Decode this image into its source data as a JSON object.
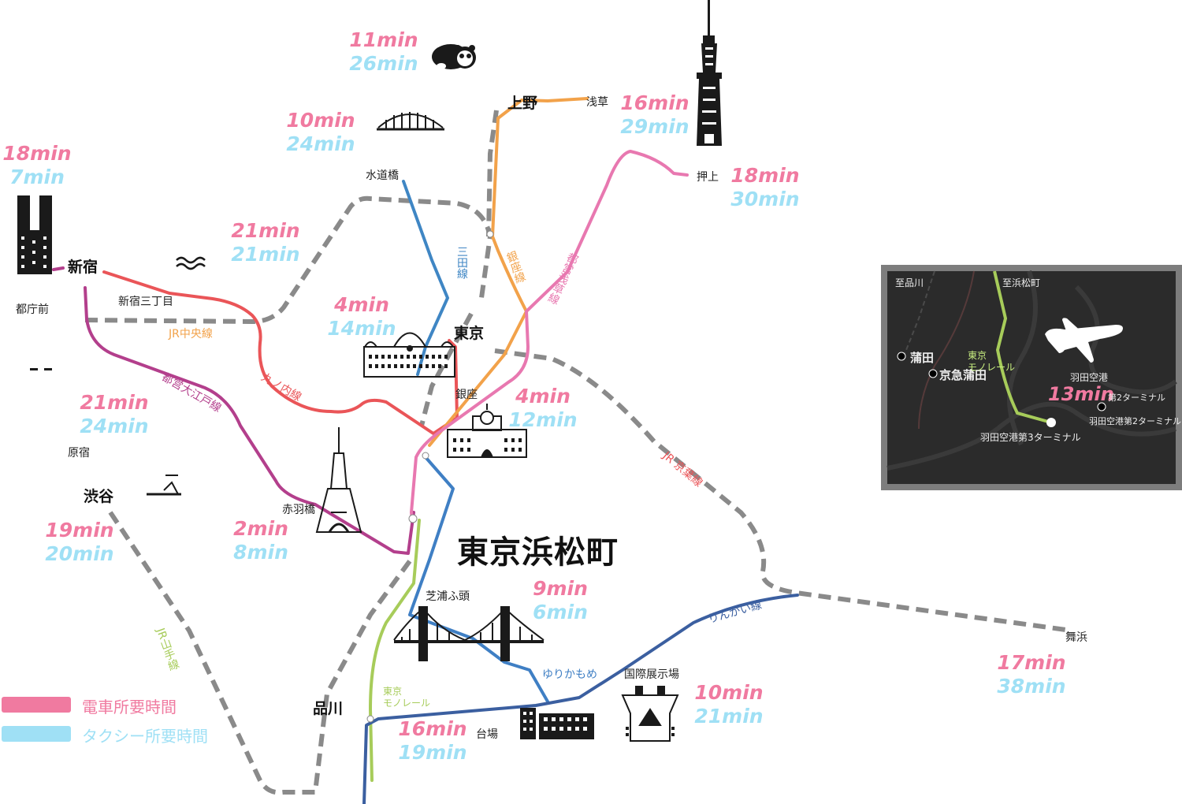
{
  "title": "東京浜松町",
  "legend": {
    "train_label": "電車所要時間",
    "taxi_label": "タクシー所要時間",
    "train_color": "#f07aa0",
    "taxi_color": "#9fe0f5"
  },
  "stations_major": {
    "shinjuku": "新宿",
    "shibuya": "渋谷",
    "ueno": "上野",
    "tokyo": "東京",
    "shinagawa": "品川"
  },
  "stations_minor": {
    "tochomae": "都庁前",
    "shinjuku_sanchome": "新宿三丁目",
    "harajuku": "原宿",
    "suidobashi": "水道橋",
    "asakusa": "浅草",
    "oshiage": "押上",
    "ginza": "銀座",
    "akabanebashi": "赤羽橋",
    "shibaura": "芝浦ふ頭",
    "kokusai": "国際展示場",
    "daiba": "台場",
    "maihama": "舞浜"
  },
  "lines": {
    "jr_chuo": "JR中央線",
    "marunouchi": "丸ノ内線",
    "oedo": "都営大江戸線",
    "mita": "三田線",
    "ginza": "銀座線",
    "asakusa": "都営浅草線",
    "keiyo": "JR 京葉線",
    "yamanote": "JR山手線",
    "monorail": "東京\nモノレール",
    "yurikamome": "ゆりかもめ",
    "rinkai": "りんかい線"
  },
  "times": {
    "zoo": {
      "train": "11min",
      "taxi": "26min"
    },
    "suidobashi": {
      "train": "10min",
      "taxi": "24min"
    },
    "asakusa": {
      "train": "16min",
      "taxi": "29min"
    },
    "oshiage": {
      "train": "18min",
      "taxi": "30min"
    },
    "shinjuku": {
      "train": "18min",
      "taxi": "7min"
    },
    "chuo": {
      "train": "21min",
      "taxi": "21min"
    },
    "tokyo": {
      "train": "4min",
      "taxi": "14min"
    },
    "ginza": {
      "train": "4min",
      "taxi": "12min"
    },
    "oedo": {
      "train": "21min",
      "taxi": "24min"
    },
    "shibuya": {
      "train": "19min",
      "taxi": "20min"
    },
    "akabanebashi": {
      "train": "2min",
      "taxi": "8min"
    },
    "shibaura": {
      "train": "9min",
      "taxi": "6min"
    },
    "daiba": {
      "train": "16min",
      "taxi": "19min"
    },
    "kokusai": {
      "train": "10min",
      "taxi": "21min"
    },
    "maihama": {
      "train": "17min",
      "taxi": "38min"
    }
  },
  "inset": {
    "to_shinagawa": "至品川",
    "to_hamamatsucho": "至浜松町",
    "kamata": "蒲田",
    "keikyu_kamata": "京急蒲田",
    "monorail_label": "東京\nモノレール",
    "haneda_airport": "羽田空港",
    "haneda_time": "13min",
    "terminal2": "第2ターミナル",
    "terminal2_full": "羽田空港第2ターミナル",
    "terminal3": "羽田空港第3ターミナル"
  },
  "colors": {
    "jr_dashed": "#8a8a8a",
    "marunouchi": "#ea5558",
    "oedo": "#b33f8c",
    "mita": "#3f86c4",
    "ginza": "#f2a24a",
    "asakusa": "#e878b0",
    "monorail": "#a7cc5a",
    "yurikamome": "#3f7fc4",
    "rinkai": "#3b5fa0",
    "icon": "#1a1a1a"
  }
}
